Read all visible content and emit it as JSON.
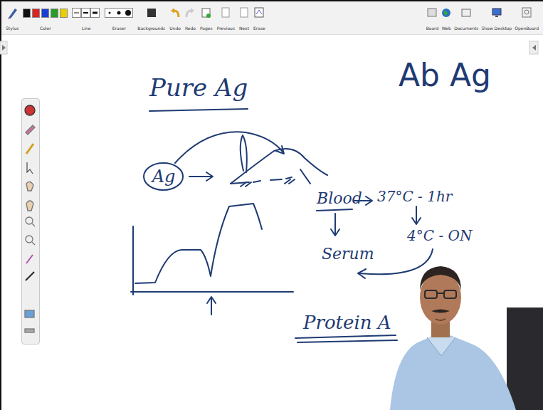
{
  "diagram": {
    "nodes": [
      {
        "text": [
          "Ag"
        ]
      }
    ],
    "labels": [
      "Stylus",
      "Color",
      "Line",
      "Eraser",
      "Backgrounds",
      "Undo",
      "Redo",
      "Pages",
      "Previous",
      "Next",
      "Erase",
      "Board",
      "Web",
      "Documents",
      "Show Desktop",
      "OpenBoard",
      "Pure Ag",
      "Ab Ag",
      "Blood",
      "37°C - 1hr",
      "4°C - ON",
      "Serum",
      "Protein A"
    ]
  }
}
